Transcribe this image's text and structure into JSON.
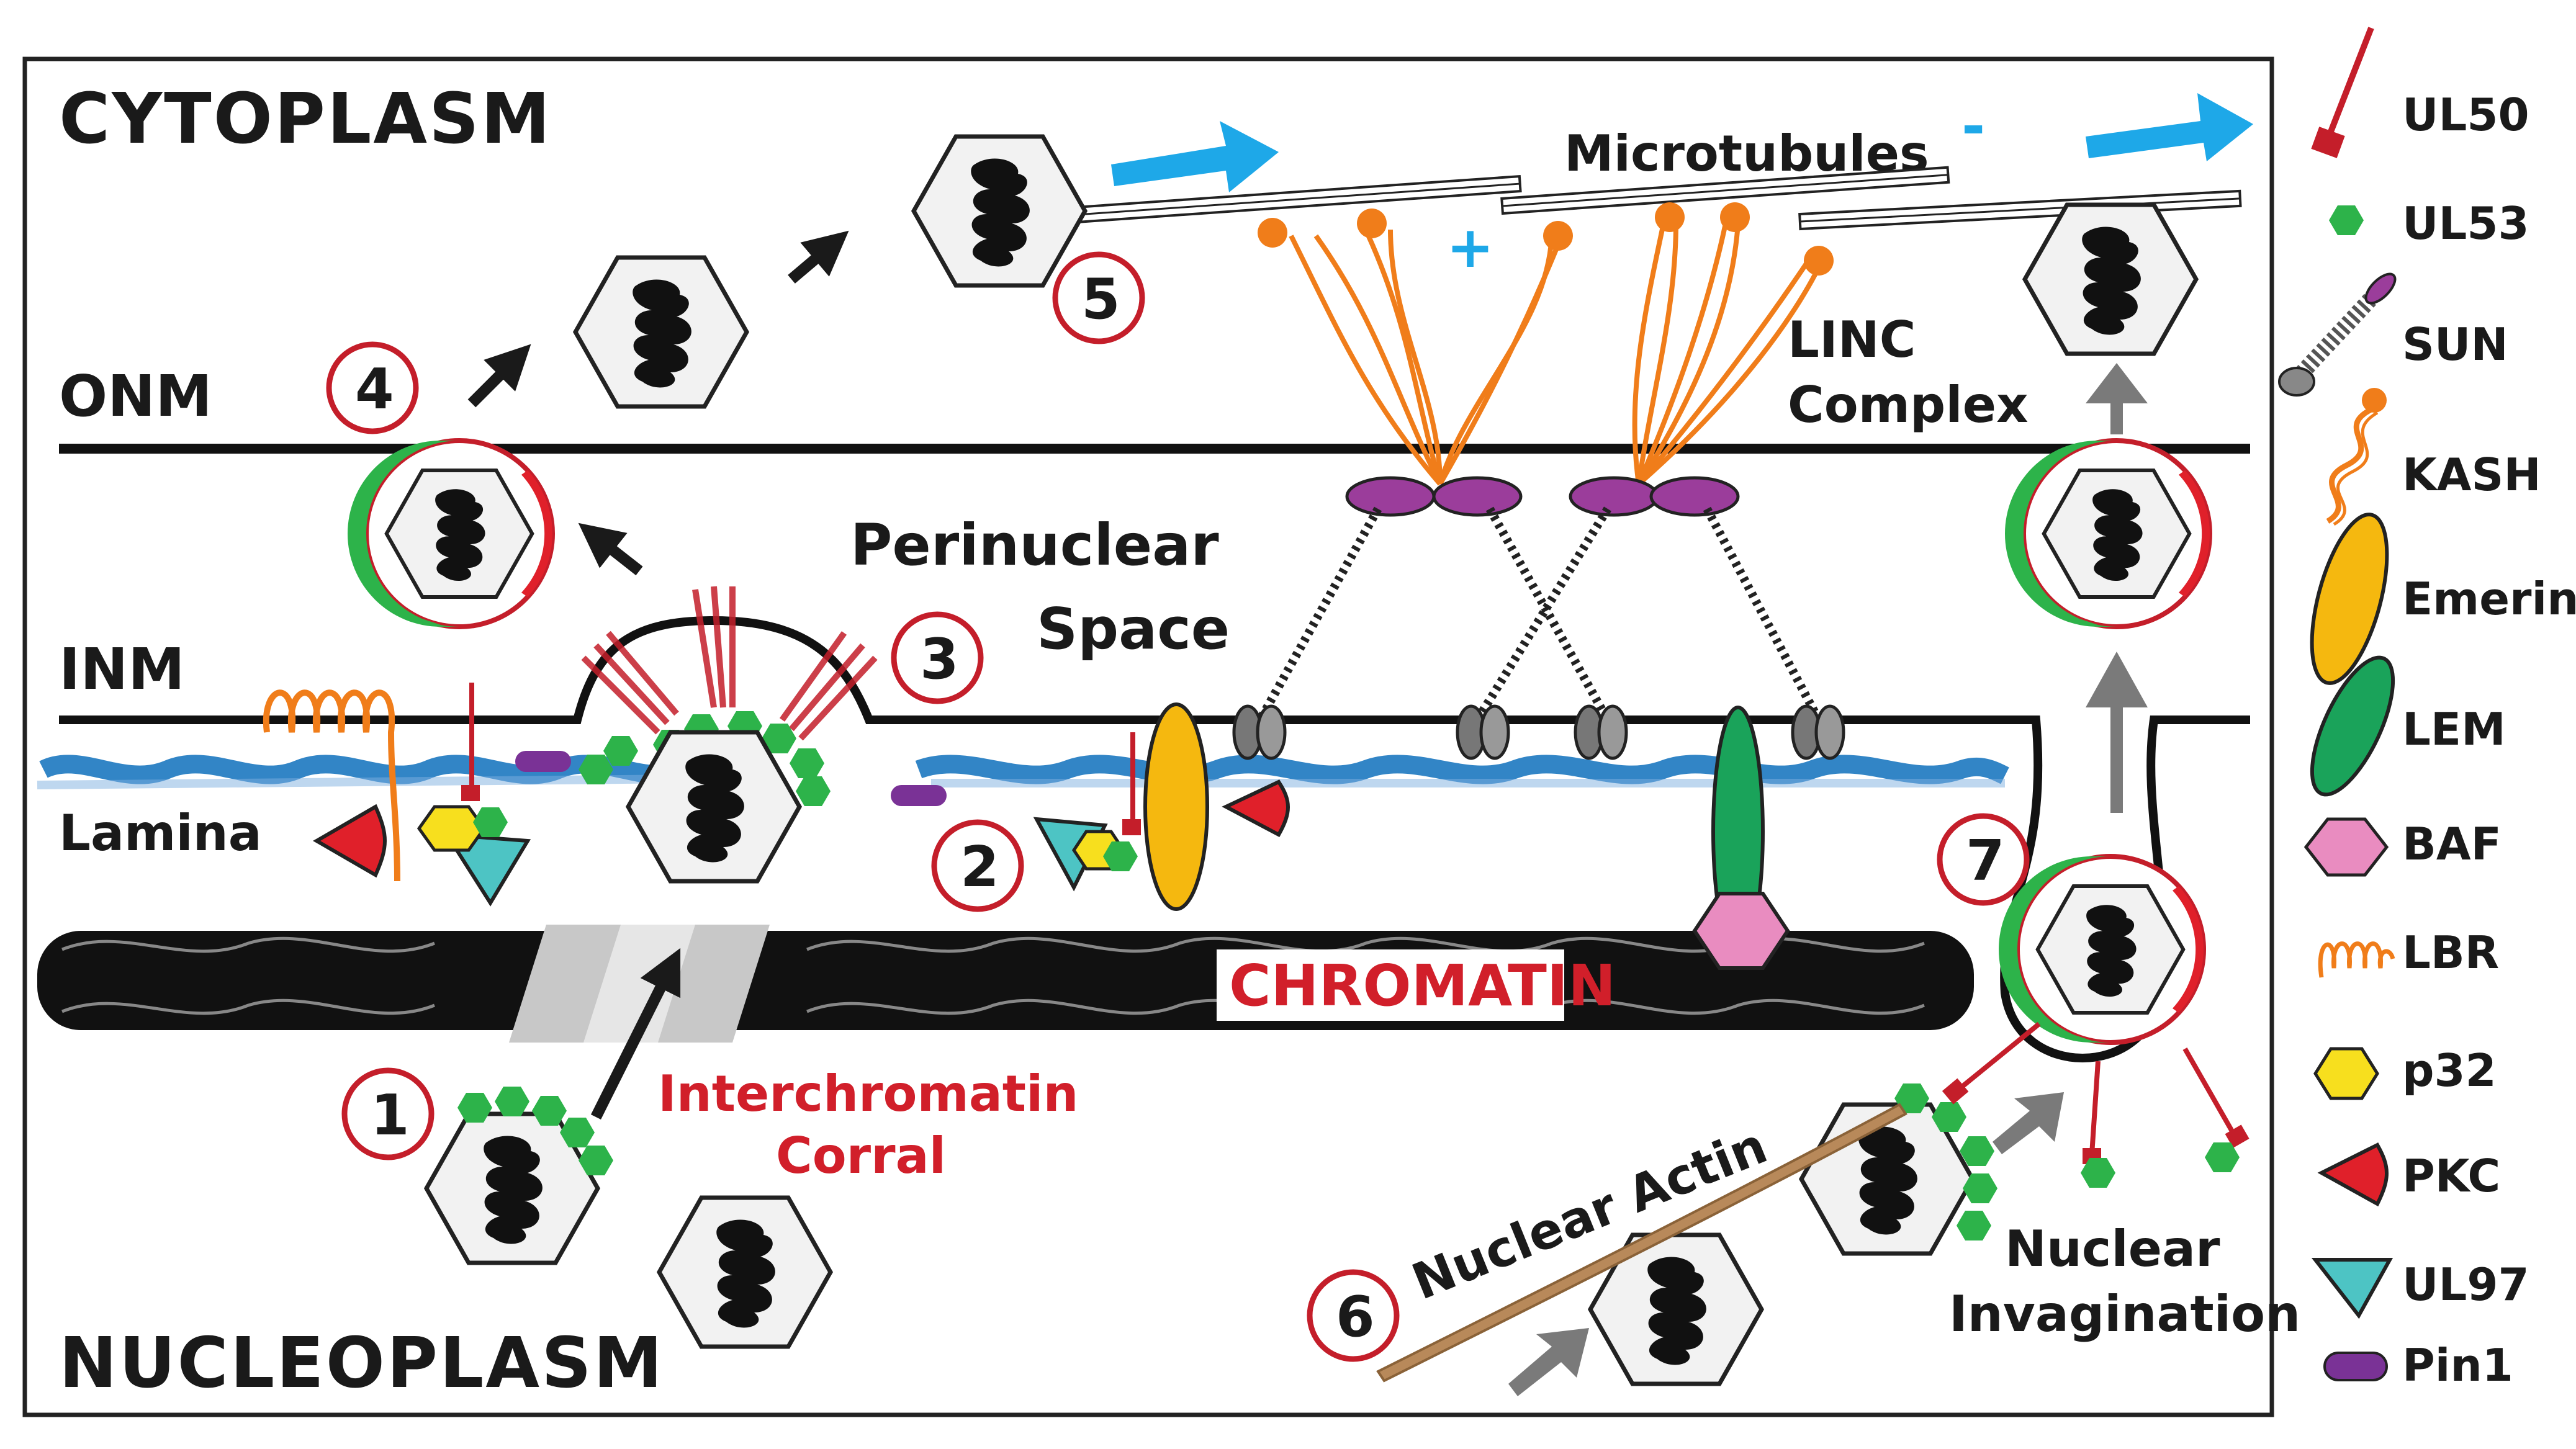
{
  "regions": {
    "cytoplasm": "CYTOPLASM",
    "nucleoplasm": "NUCLEOPLASM",
    "onm": "ONM",
    "inm": "INM",
    "lamina": "Lamina",
    "perinuclear_space": [
      "Perinuclear",
      "Space"
    ],
    "chromatin": "CHROMATIN",
    "interchromatin_corral": [
      "Interchromatin",
      "Corral"
    ],
    "microtubules": "Microtubules",
    "minus_end": "-",
    "plus_end": "+",
    "linc_complex": [
      "LINC",
      "Complex"
    ],
    "nuclear_actin": "Nuclear Actin",
    "nuclear_invagination": [
      "Nuclear",
      "Invagination"
    ]
  },
  "steps": [
    "1",
    "2",
    "3",
    "4",
    "5",
    "6",
    "7"
  ],
  "legend": [
    {
      "label": "UL50",
      "icon": "ul50-icon"
    },
    {
      "label": "UL53",
      "icon": "ul53-icon"
    },
    {
      "label": "SUN",
      "icon": "sun-icon"
    },
    {
      "label": "KASH",
      "icon": "kash-icon"
    },
    {
      "label": "Emerin",
      "icon": "emerin-icon"
    },
    {
      "label": "LEM",
      "icon": "lem-icon"
    },
    {
      "label": "BAF",
      "icon": "baf-icon"
    },
    {
      "label": "LBR",
      "icon": "lbr-icon"
    },
    {
      "label": "p32",
      "icon": "p32-icon"
    },
    {
      "label": "PKC",
      "icon": "pkc-icon"
    },
    {
      "label": "UL97",
      "icon": "ul97-icon"
    },
    {
      "label": "Pin1",
      "icon": "pin1-icon"
    }
  ],
  "colors": {
    "ul50": "#c41e2a",
    "ul53": "#2db34a",
    "kash": "#f07d1a",
    "emerin": "#f5b80f",
    "lem": "#1aa35a",
    "baf": "#e98cc0",
    "p32": "#f7df1e",
    "pkc": "#e0202a",
    "ul97": "#4dc4c4",
    "pin1": "#7a3296",
    "sun_head": "#9b3d9b",
    "lamina": "#1c78c0",
    "arrow_blue": "#1ea8e8",
    "actin": "#b8895a"
  }
}
